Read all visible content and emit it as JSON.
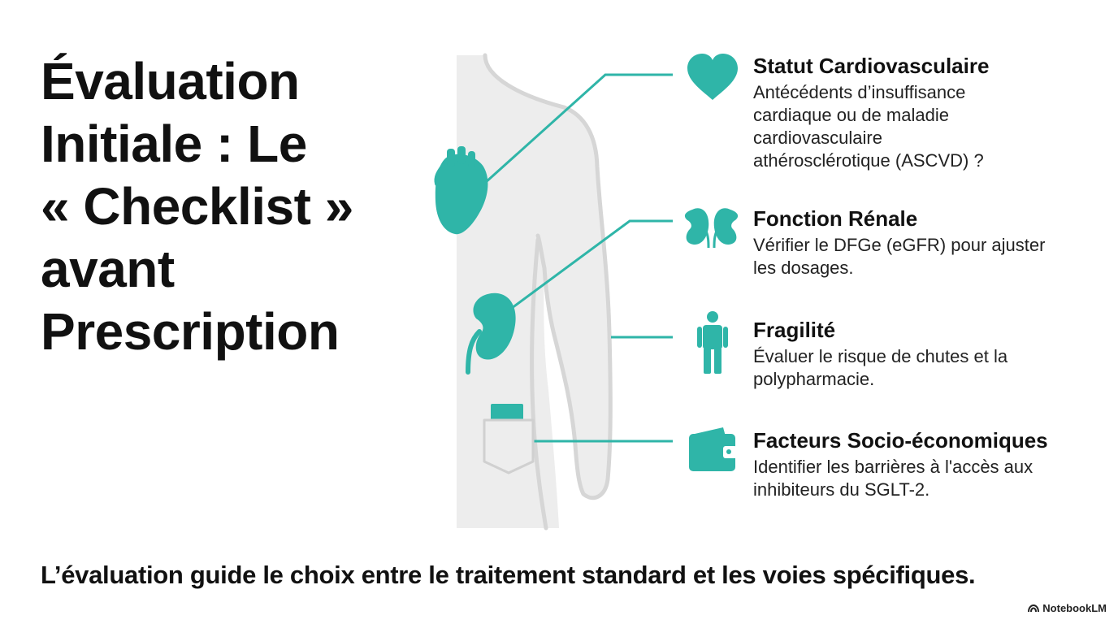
{
  "title_lines": [
    "Évaluation",
    "Initiale : Le",
    "« Checklist »",
    "avant",
    "Prescription"
  ],
  "colors": {
    "accent": "#2fb5a8",
    "silhouette_fill": "#ededed",
    "silhouette_stroke": "#d6d6d6"
  },
  "items": [
    {
      "icon": "heart-icon",
      "heading": "Statut Cardiovasculaire",
      "description": "Antécédents d’insuffisance\ncardiaque ou de maladie\ncardiovasculaire\nathérosclérotique (ASCVD) ?"
    },
    {
      "icon": "kidneys-icon",
      "heading": "Fonction Rénale",
      "description": "Vérifier le DFGe (eGFR) pour ajuster\nles dosages."
    },
    {
      "icon": "person-icon",
      "heading": "Fragilité",
      "description": "Évaluer le risque de chutes et la\npolypharmacie."
    },
    {
      "icon": "wallet-icon",
      "heading": "Facteurs Socio-économiques",
      "description": "Identifier les barrières à l'accès aux\ninhibiteurs du SGLT-2."
    }
  ],
  "footer": "L’évaluation guide le choix entre le traitement standard et les voies spécifiques.",
  "brand": "NotebookLM"
}
